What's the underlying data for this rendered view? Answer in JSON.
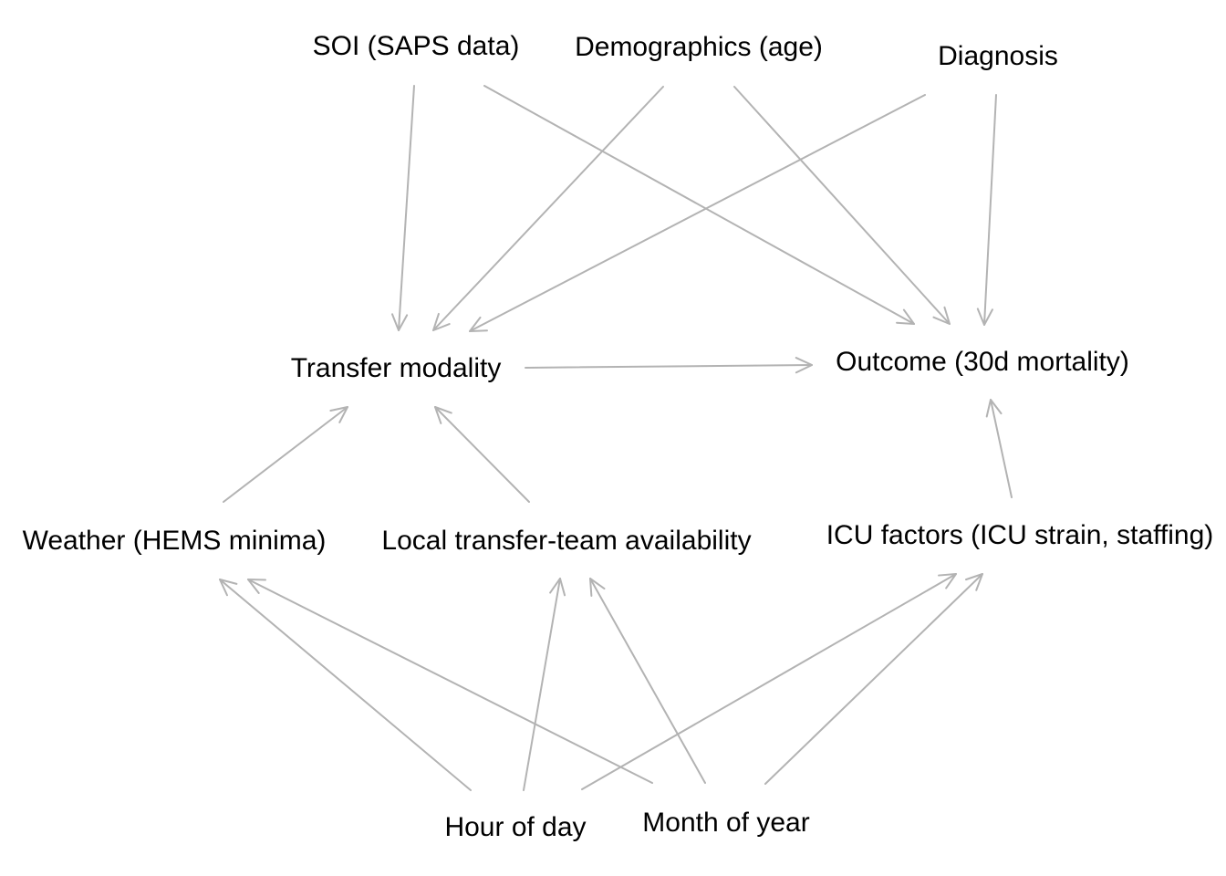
{
  "diagram": {
    "edge_color": "#b3b3b3",
    "text_color": "#000000",
    "nodes": [
      {
        "id": "soi",
        "label": "SOI (SAPS data)"
      },
      {
        "id": "demographics",
        "label": "Demographics (age)"
      },
      {
        "id": "diagnosis",
        "label": "Diagnosis"
      },
      {
        "id": "transfer",
        "label": "Transfer modality"
      },
      {
        "id": "outcome",
        "label": "Outcome (30d mortality)"
      },
      {
        "id": "weather",
        "label": "Weather (HEMS minima)"
      },
      {
        "id": "team",
        "label": "Local transfer-team availability"
      },
      {
        "id": "icu",
        "label": "ICU factors (ICU strain, staffing)"
      },
      {
        "id": "hour",
        "label": "Hour of day"
      },
      {
        "id": "month",
        "label": "Month of year"
      }
    ],
    "edges": [
      {
        "from": "soi",
        "to": "transfer"
      },
      {
        "from": "soi",
        "to": "outcome"
      },
      {
        "from": "demographics",
        "to": "transfer"
      },
      {
        "from": "demographics",
        "to": "outcome"
      },
      {
        "from": "diagnosis",
        "to": "transfer"
      },
      {
        "from": "diagnosis",
        "to": "outcome"
      },
      {
        "from": "transfer",
        "to": "outcome"
      },
      {
        "from": "weather",
        "to": "transfer"
      },
      {
        "from": "team",
        "to": "transfer"
      },
      {
        "from": "icu",
        "to": "outcome"
      },
      {
        "from": "hour",
        "to": "weather"
      },
      {
        "from": "hour",
        "to": "team"
      },
      {
        "from": "hour",
        "to": "icu"
      },
      {
        "from": "month",
        "to": "weather"
      },
      {
        "from": "month",
        "to": "team"
      },
      {
        "from": "month",
        "to": "icu"
      }
    ]
  }
}
